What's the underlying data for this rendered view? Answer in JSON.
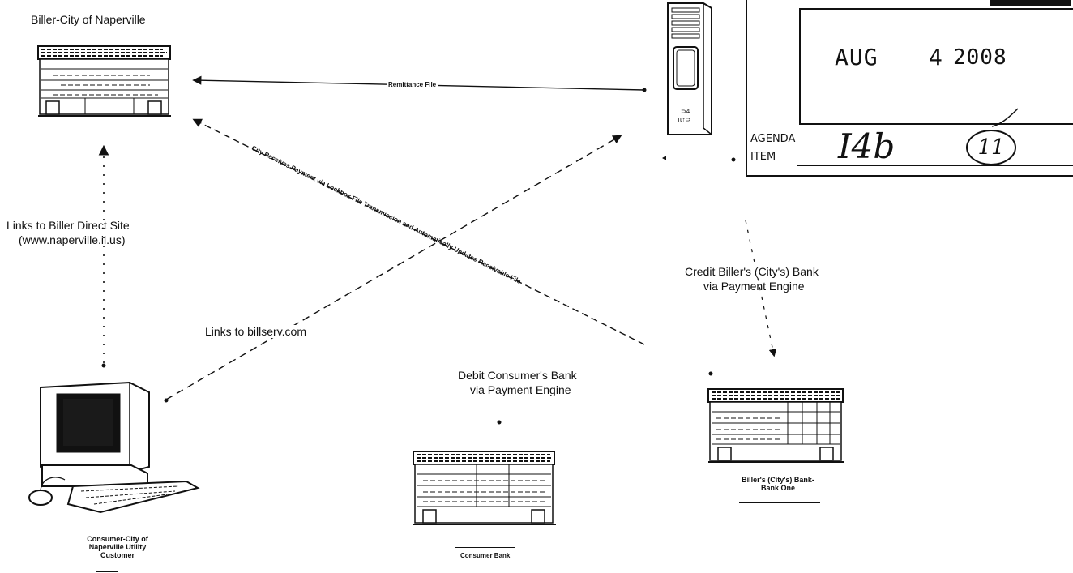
{
  "nodes": {
    "biller": {
      "title": "Biller-City of Naperville"
    },
    "consumer": {
      "label": "Consumer-City of Naperville Utility Customer"
    },
    "consumer_bank": {
      "label": "Consumer Bank"
    },
    "biller_bank": {
      "label": "Biller's (City's) Bank-Bank One"
    }
  },
  "edges": {
    "remittance": "Remittance File",
    "lockbox": "City Receives Payment via Lockbox File Transmission and Automatically Updates Receivable File",
    "links_biller_line1": "Links to Biller Direct Site",
    "links_biller_line2": "(www.naperville.il.us)",
    "links_billserv": "Links to billserv.com",
    "debit_line1": "Debit Consumer's Bank",
    "debit_line2": "via Payment Engine",
    "credit_line1": "Credit Biller's (City's) Bank",
    "credit_line2": "via Payment Engine"
  },
  "stamp": {
    "month": "AUG",
    "day": "4",
    "year": "2008",
    "agenda": "AGENDA",
    "item": "ITEM",
    "agenda_code": "I4b",
    "circled_number": "11"
  },
  "icons": [
    "server-tower-icon",
    "computer-icon",
    "bank-building-icon"
  ]
}
